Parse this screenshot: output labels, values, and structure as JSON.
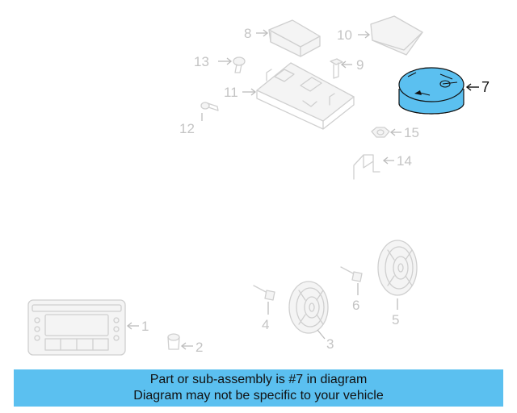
{
  "diagram": {
    "highlight_color": "#5bc0f0",
    "faded_color": "#c4c4c4",
    "callouts": {
      "c1": "1",
      "c2": "2",
      "c3": "3",
      "c4": "4",
      "c5": "5",
      "c6": "6",
      "c7": "7",
      "c8": "8",
      "c9": "9",
      "c10": "10",
      "c11": "11",
      "c12": "12",
      "c13": "13",
      "c14": "14",
      "c15": "15"
    },
    "highlighted_part": "7"
  },
  "banner": {
    "line1": "Part or sub-assembly is #7 in diagram",
    "line2": "Diagram may not be specific to your vehicle",
    "background": "#5bc0f0"
  }
}
